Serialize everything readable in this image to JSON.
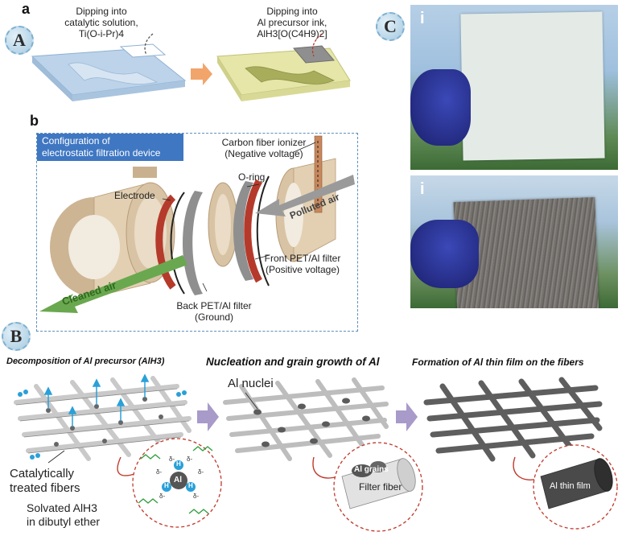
{
  "panel_a": {
    "badge": "A",
    "sub_label": "a",
    "step1_label_line1": "Dipping into",
    "step1_label_line2": "catalytic solution,",
    "step1_label_line3": "Ti(O-i-Pr)4",
    "step2_label_line1": "Dipping into",
    "step2_label_line2": "Al precursor ink,",
    "step2_label_line3": "AlH3[O(C4H9)2]",
    "colors": {
      "substrate1": "#bcd3ea",
      "substrate2": "#e5e6a8",
      "film": "#a7ad5a",
      "arrow": "#f2a56b"
    }
  },
  "panel_b_device": {
    "sub_label": "b",
    "config_title_line1": "Configuration of",
    "config_title_line2": "electrostatic filtration device",
    "ionizer_line1": "Carbon fiber ionizer",
    "ionizer_line2": "(Negative voltage)",
    "oring": "O-ring",
    "electrode": "Electrode",
    "polluted_air": "Polluted air",
    "cleaned_air": "Cleaned air",
    "front_filter_line1": "Front PET/Al filter",
    "front_filter_line2": "(Positive voltage)",
    "back_filter_line1": "Back PET/Al filter",
    "back_filter_line2": "(Ground)",
    "colors": {
      "housing": "#d8c3a5",
      "electrode": "#b53a2b",
      "filter": "#8f8f8f",
      "clean": "#6aa84f",
      "polluted": "#9a9a9a"
    }
  },
  "panel_c": {
    "badge": "C",
    "photo1_label": "i",
    "photo2_label": "i"
  },
  "panel_b_process": {
    "badge": "B",
    "step1_heading": "Decomposition of Al precursor (AlH3)",
    "step2_heading": "Nucleation and grain growth of Al",
    "step3_heading": "Formation of Al thin film on the fibers",
    "al_nuclei": "Al nuclei",
    "catalytic_line1": "Catalytically",
    "catalytic_line2": "treated fibers",
    "solvated_line1": "Solvated AlH3",
    "solvated_line2": "in dibutyl ether",
    "al_grains": "Al grains",
    "filter_fiber": "Filter fiber",
    "al_thin_film": "Al thin film",
    "center_atom": "Al",
    "h_atom": "H",
    "delta": "δ-",
    "colors": {
      "arrow": "#a89ac9",
      "hydrogen": "#2aa0d8",
      "ether": "#2e9e3a",
      "zoom": "#c0392b"
    }
  }
}
